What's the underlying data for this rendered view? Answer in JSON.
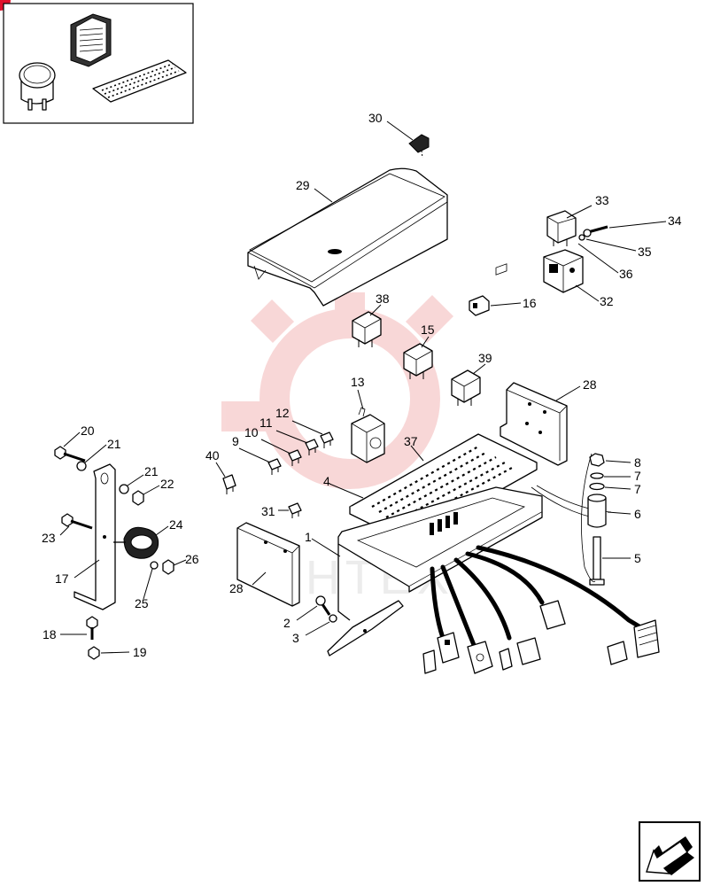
{
  "diagram": {
    "watermark_text": "ИНТЕХ",
    "watermark_color": "#f3b8b8",
    "corner_marker_color": "#e0112b",
    "nav_icon": "arrow-left-icon",
    "callouts": [
      {
        "id": "c30",
        "text": "30"
      },
      {
        "id": "c29",
        "text": "29"
      },
      {
        "id": "c33",
        "text": "33"
      },
      {
        "id": "c34",
        "text": "34"
      },
      {
        "id": "c35",
        "text": "35"
      },
      {
        "id": "c36",
        "text": "36"
      },
      {
        "id": "c32",
        "text": "32"
      },
      {
        "id": "c16",
        "text": "16"
      },
      {
        "id": "c38",
        "text": "38"
      },
      {
        "id": "c15",
        "text": "15"
      },
      {
        "id": "c39",
        "text": "39"
      },
      {
        "id": "c28a",
        "text": "28"
      },
      {
        "id": "c13",
        "text": "13"
      },
      {
        "id": "c12",
        "text": "12"
      },
      {
        "id": "c11",
        "text": "11"
      },
      {
        "id": "c10",
        "text": "10"
      },
      {
        "id": "c9",
        "text": "9"
      },
      {
        "id": "c37",
        "text": "37"
      },
      {
        "id": "c40",
        "text": "40"
      },
      {
        "id": "c4",
        "text": "4"
      },
      {
        "id": "c31",
        "text": "31"
      },
      {
        "id": "c8",
        "text": "8"
      },
      {
        "id": "c7a",
        "text": "7"
      },
      {
        "id": "c7b",
        "text": "7"
      },
      {
        "id": "c6",
        "text": "6"
      },
      {
        "id": "c5",
        "text": "5"
      },
      {
        "id": "c1",
        "text": "1"
      },
      {
        "id": "c28b",
        "text": "28"
      },
      {
        "id": "c2",
        "text": "2"
      },
      {
        "id": "c3",
        "text": "3"
      },
      {
        "id": "c20",
        "text": "20"
      },
      {
        "id": "c21a",
        "text": "21"
      },
      {
        "id": "c21b",
        "text": "21"
      },
      {
        "id": "c22",
        "text": "22"
      },
      {
        "id": "c23",
        "text": "23"
      },
      {
        "id": "c24",
        "text": "24"
      },
      {
        "id": "c26",
        "text": "26"
      },
      {
        "id": "c17",
        "text": "17"
      },
      {
        "id": "c25",
        "text": "25"
      },
      {
        "id": "c18",
        "text": "18"
      },
      {
        "id": "c19",
        "text": "19"
      }
    ]
  }
}
